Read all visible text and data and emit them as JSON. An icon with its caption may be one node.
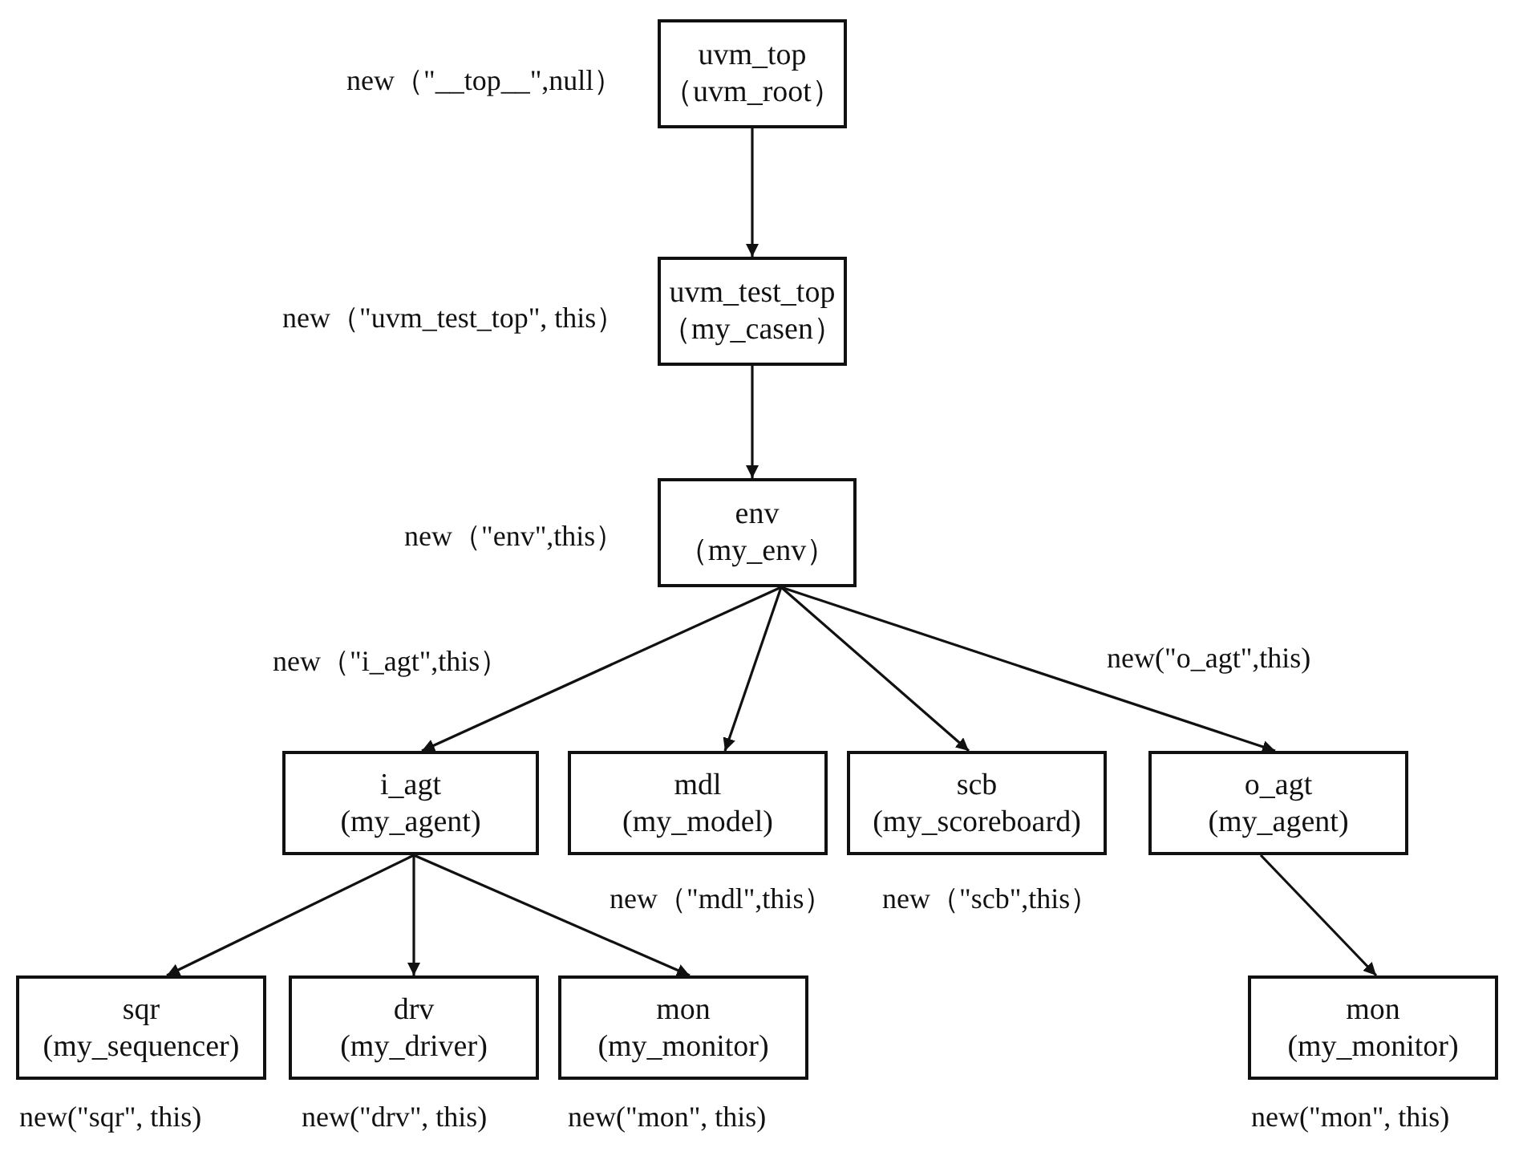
{
  "diagram": {
    "nodes": [
      {
        "text": [
          "uvm_top",
          "（uvm_root）"
        ],
        "beside": [
          "new（\"__top__\",null）"
        ]
      },
      {
        "text": [
          "uvm_test_top",
          "（my_casen）"
        ],
        "beside": [
          "new（\"uvm_test_top\", this）"
        ]
      },
      {
        "text": [
          "env",
          "（my_env）"
        ],
        "beside": [
          "new（\"env\",this）"
        ]
      },
      {
        "text": [
          "i_agt",
          "(my_agent)"
        ],
        "beside": [
          "new（\"i_agt\",this）"
        ]
      },
      {
        "text": [
          "mdl",
          "(my_model)"
        ],
        "beside": [
          "new（\"mdl\",this）"
        ]
      },
      {
        "text": [
          "scb",
          "(my_scoreboard)"
        ],
        "beside": [
          "new（\"scb\",this）"
        ]
      },
      {
        "text": [
          "o_agt",
          "(my_agent)"
        ],
        "beside": [
          "new(\"o_agt\",this)"
        ]
      },
      {
        "text": [
          "sqr",
          "(my_sequencer)"
        ],
        "beside": [
          "new(\"sqr\", this)"
        ]
      },
      {
        "text": [
          "drv",
          "(my_driver)"
        ],
        "beside": [
          "new(\"drv\", this)"
        ]
      },
      {
        "text": [
          "mon",
          "(my_monitor)"
        ],
        "beside": [
          "new(\"mon\", this)"
        ]
      },
      {
        "text": [
          "mon",
          "(my_monitor)"
        ],
        "beside": [
          "new(\"mon\", this)"
        ]
      }
    ],
    "edges": [
      {
        "from": 0,
        "to": 1,
        "arrow": "to"
      },
      {
        "from": 1,
        "to": 2,
        "arrow": "to"
      },
      {
        "from": 2,
        "to": 3,
        "arrow": "to"
      },
      {
        "from": 2,
        "to": 4,
        "arrow": "to"
      },
      {
        "from": 2,
        "to": 5,
        "arrow": "to"
      },
      {
        "from": 2,
        "to": 6,
        "arrow": "to"
      },
      {
        "from": 3,
        "to": 7,
        "arrow": "to"
      },
      {
        "from": 3,
        "to": 8,
        "arrow": "to"
      },
      {
        "from": 3,
        "to": 9,
        "arrow": "to"
      },
      {
        "from": 6,
        "to": 10,
        "arrow": "to"
      }
    ]
  }
}
